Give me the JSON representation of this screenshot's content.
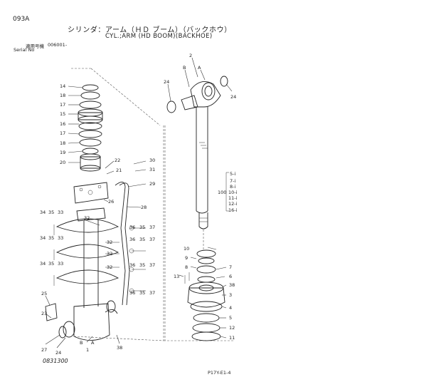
{
  "header": {
    "page_code": "093A",
    "title_ja": "シリンダ：アーム（ＨＤ ブーム）（バックホウ）",
    "title_en": "CYL.;ARM (HD BOOM)(BACKHOE)",
    "serial_label_ja": "適用号機",
    "serial_value": "006001-",
    "serial_label_en": "Serial No"
  },
  "footer": {
    "drawing_no": "0831300",
    "page_ref": "P17Y-E1-4"
  },
  "callouts": {
    "c2": "2",
    "cA_top": "A",
    "cB_top": "B",
    "c24_a": "24",
    "c24_b": "24",
    "c14": "14",
    "c18": "18",
    "c17a": "17",
    "c15": "15",
    "c16": "16",
    "c17b": "17",
    "c18b": "18",
    "c19": "19",
    "c20": "20",
    "c22": "22",
    "c30": "30",
    "c21": "21",
    "c31": "31",
    "c29": "29",
    "c26": "26",
    "c28": "28",
    "c34a": "34",
    "c35a": "35",
    "c33a": "33",
    "c34b": "34",
    "c35b": "35",
    "c33b": "33",
    "c34c": "34",
    "c35c": "35",
    "c33c": "33",
    "c32a": "32",
    "c32b": "32",
    "c32c": "32",
    "c32d": "32",
    "c36a": "36",
    "c35d": "35",
    "c37a": "37",
    "c36b": "36",
    "c35e": "35",
    "c37b": "37",
    "c36c": "36",
    "c35f": "35",
    "c37c": "37",
    "c36d": "36",
    "c35g": "35",
    "c37d": "37",
    "c25": "25",
    "c23": "23",
    "c27": "27",
    "c24_c": "24",
    "cB_bot": "B",
    "cA_bot": "A",
    "c1": "1",
    "c38_bot": "38",
    "c10": "10",
    "c9": "9",
    "c8": "8",
    "c13": "13",
    "c7": "7",
    "c6": "6",
    "c38": "38",
    "c3": "3",
    "c4": "4",
    "c5": "5",
    "c12": "12",
    "c11": "11",
    "c100": "100",
    "c5_i": "5-i",
    "c7_i": "7-i",
    "c8_i": "8-i",
    "c10_i": "10-i",
    "c11_i": "11-i",
    "c12_i": "12-i",
    "c16_i": "16-i"
  }
}
